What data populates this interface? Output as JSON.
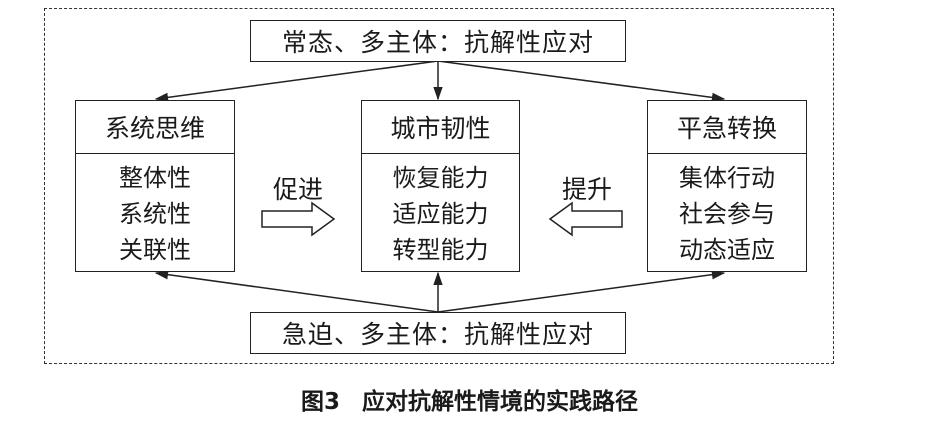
{
  "top_banner": "常态、多主体：抗解性应对",
  "bottom_banner": "急迫、多主体：抗解性应对",
  "columns": {
    "left": {
      "title": "系统思维",
      "items": [
        "整体性",
        "系统性",
        "关联性"
      ]
    },
    "center": {
      "title": "城市韧性",
      "items": [
        "恢复能力",
        "适应能力",
        "转型能力"
      ]
    },
    "right": {
      "title": "平急转换",
      "items": [
        "集体行动",
        "社会参与",
        "动态适应"
      ]
    }
  },
  "verbs": {
    "promote": "促进",
    "enhance": "提升"
  },
  "caption": {
    "number": "图3",
    "title": "应对抗解性情境的实践路径"
  }
}
